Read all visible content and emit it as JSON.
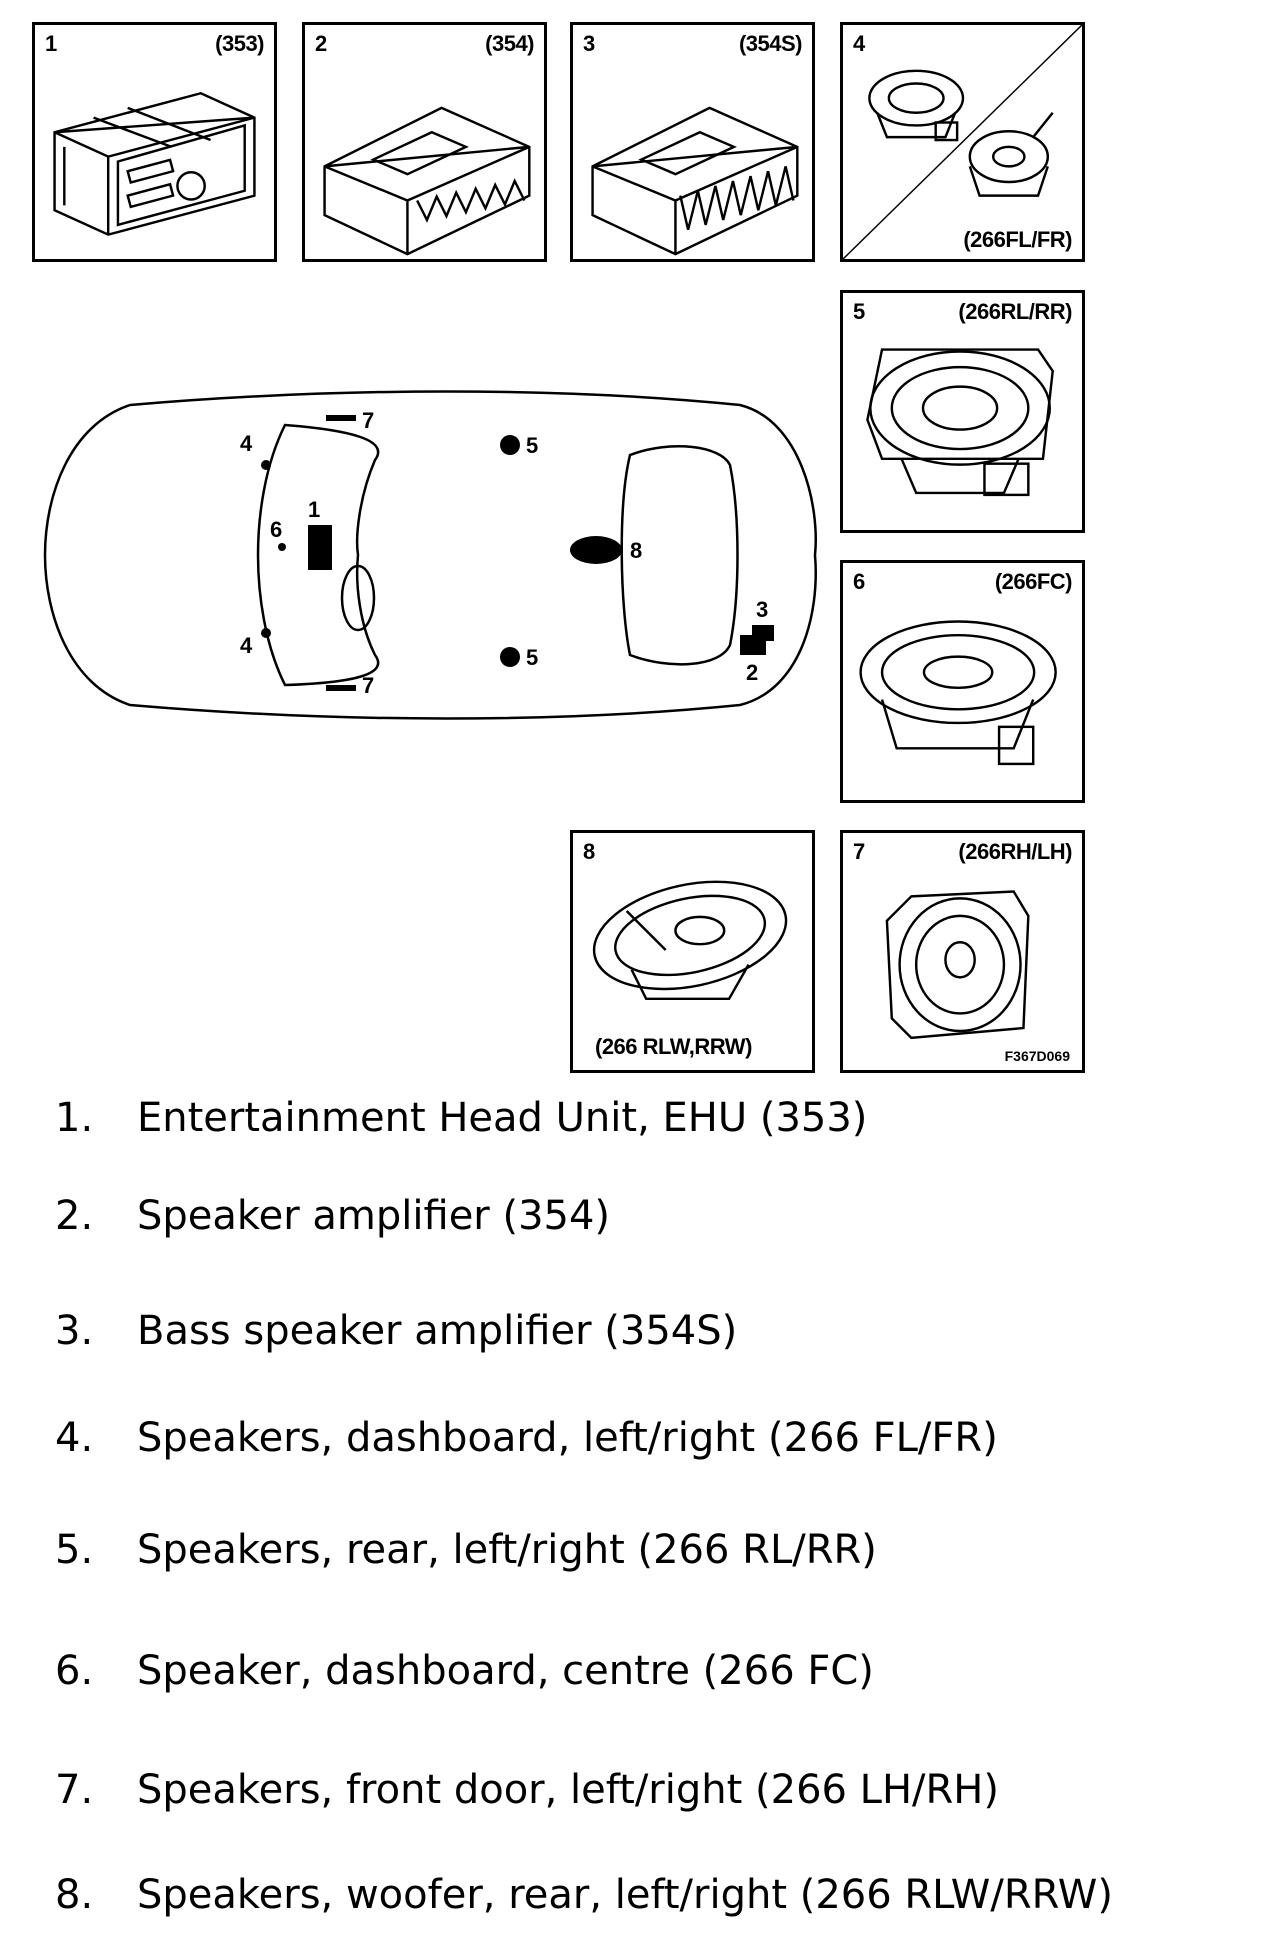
{
  "panels": [
    {
      "num": "1",
      "code": "(353)"
    },
    {
      "num": "2",
      "code": "(354)"
    },
    {
      "num": "3",
      "code": "(354S)"
    },
    {
      "num": "4",
      "code": "(266FL/FR)"
    },
    {
      "num": "5",
      "code": "(266RL/RR)"
    },
    {
      "num": "6",
      "code": "(266FC)"
    },
    {
      "num": "8",
      "code": "(266 RLW,RRW)"
    },
    {
      "num": "7",
      "code": "(266RH/LH)"
    }
  ],
  "figure_id": "F367D069",
  "overview_labels": {
    "ehu": "1",
    "amp": "2",
    "bass_amp": "3",
    "dash_l": "4",
    "dash_r": "4",
    "rear_l": "5",
    "rear_r": "5",
    "centre": "6",
    "door_l": "7",
    "door_r": "7",
    "woofer": "8"
  },
  "legend": [
    {
      "num": "1.",
      "text": "Entertainment Head Unit, EHU (353)"
    },
    {
      "num": "2.",
      "text": "Speaker amplifier (354)"
    },
    {
      "num": "3.",
      "text": "Bass speaker amplifier (354S)"
    },
    {
      "num": "4.",
      "text": "Speakers, dashboard, left/right (266 FL/FR)"
    },
    {
      "num": "5.",
      "text": "Speakers, rear, left/right (266 RL/RR)"
    },
    {
      "num": "6.",
      "text": "Speaker, dashboard, centre (266 FC)"
    },
    {
      "num": "7.",
      "text": "Speakers, front door, left/right (266 LH/RH)"
    },
    {
      "num": "8.",
      "text": "Speakers, woofer, rear, left/right (266 RLW/RRW)"
    }
  ]
}
